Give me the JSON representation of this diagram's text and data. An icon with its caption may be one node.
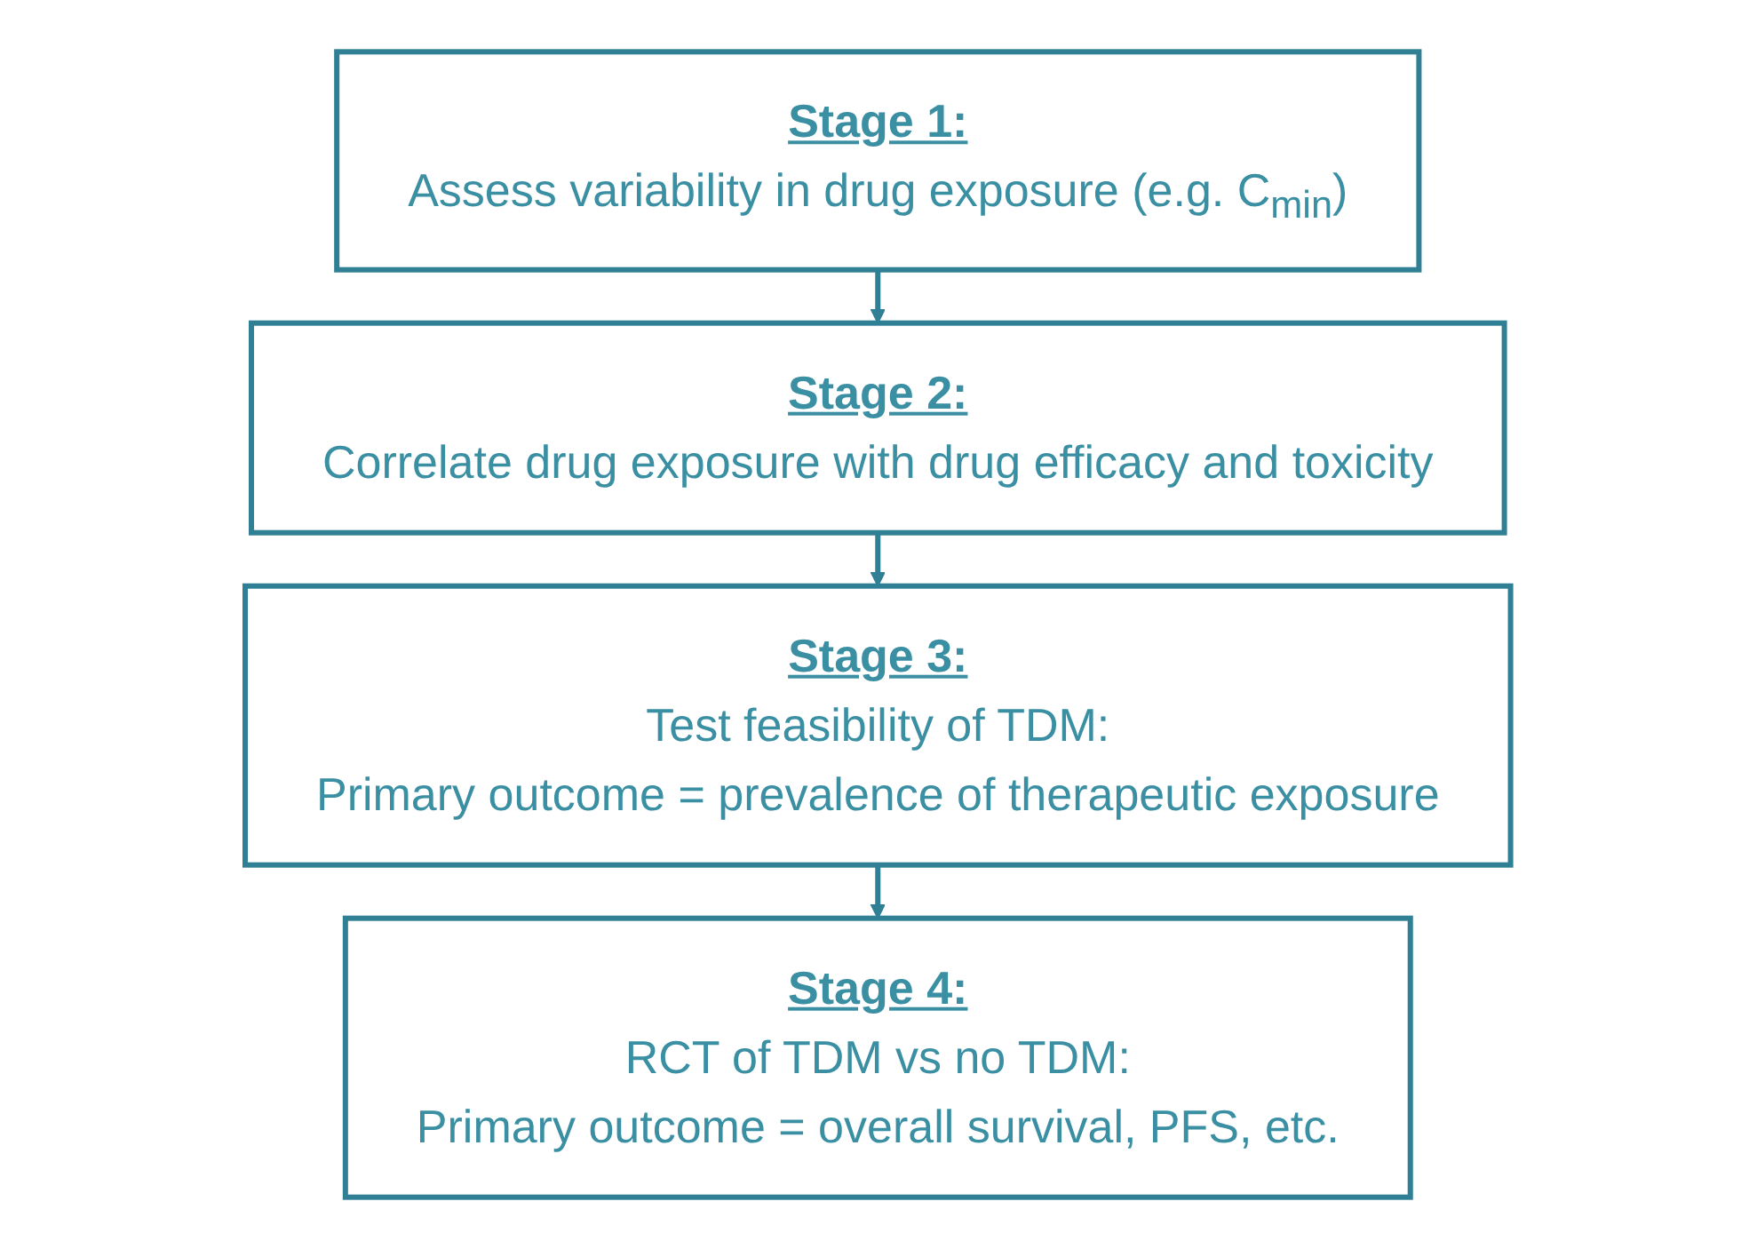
{
  "diagram": {
    "nodes": [
      {
        "text": [
          "Stage 1:",
          "Assess variability in drug exposure (e.g. C$_{min}$)"
        ]
      },
      {
        "text": [
          "Stage 2:",
          "Correlate drug exposure with drug efficacy and toxicity"
        ]
      },
      {
        "text": [
          "Stage 3:",
          "Test feasibility of TDM:",
          "Primary outcome = prevalence of therapeutic exposure"
        ]
      },
      {
        "text": [
          "Stage 4:",
          "RCT of TDM vs no TDM:",
          "Primary outcome = overall survival, PFS, etc."
        ]
      }
    ],
    "edges": [
      {
        "from": 0,
        "to": 1,
        "arrow": "to"
      },
      {
        "from": 1,
        "to": 2,
        "arrow": "to"
      },
      {
        "from": 2,
        "to": 3,
        "arrow": "to"
      }
    ]
  }
}
